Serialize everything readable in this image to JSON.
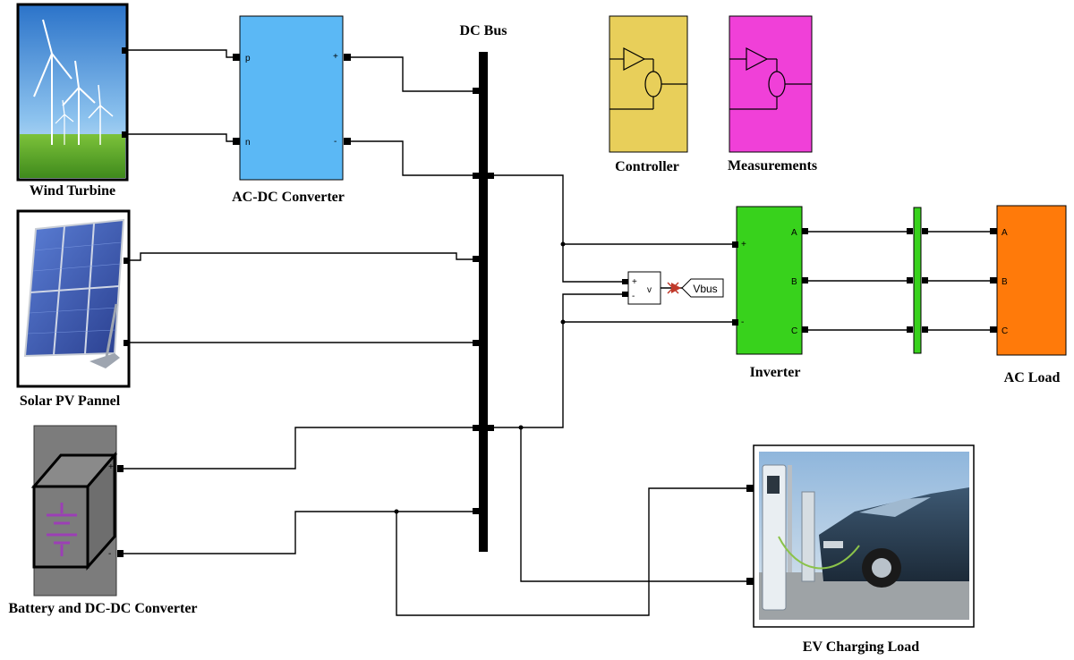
{
  "labels": {
    "wind_turbine": "Wind Turbine",
    "ac_dc_converter": "AC-DC Converter",
    "dc_bus": "DC Bus",
    "controller": "Controller",
    "measurements": "Measurements",
    "solar_pv": "Solar PV Pannel",
    "inverter": "Inverter",
    "ac_load": "AC Load",
    "battery": "Battery and DC-DC Converter",
    "ev_load": "EV Charging Load",
    "vbus_tag": "Vbus"
  },
  "ports": {
    "conv_p": "p",
    "conv_n": "n",
    "conv_plus": "+",
    "conv_minus": "-",
    "inv_plus": "+",
    "inv_minus": "-",
    "inv_a": "A",
    "inv_b": "B",
    "inv_c": "C",
    "load_a": "A",
    "load_b": "B",
    "load_c": "C",
    "vm_plus": "+",
    "vm_minus": "-",
    "vm_v": "v",
    "bat_plus": "+",
    "bat_minus": "-"
  },
  "colors": {
    "converter": "#5bb8f5",
    "controller": "#e8cf5a",
    "measurements": "#f040d8",
    "inverter": "#38d21c",
    "ac_load": "#ff7a0a",
    "three_phase_bus": "#38d21c",
    "battery_box": "#7c7c7c",
    "battery_symbol": "#9b3fb5",
    "dc_bus": "#000000"
  },
  "icons": [
    "wind-turbine-image",
    "solar-panel-image",
    "battery-symbol-icon",
    "ev-charger-image",
    "voltage-tag-icon"
  ]
}
